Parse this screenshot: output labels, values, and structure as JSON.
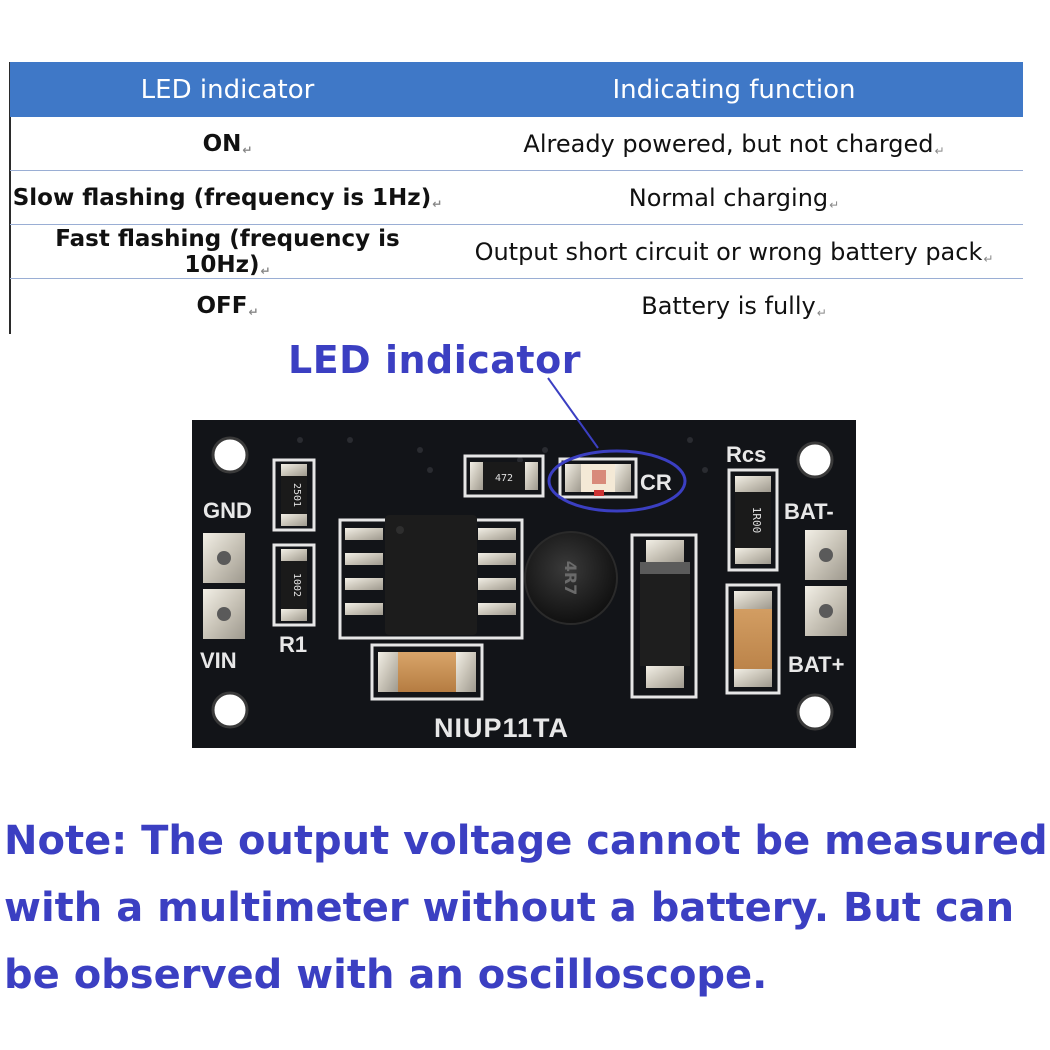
{
  "table": {
    "headers": [
      "LED indicator",
      "Indicating function"
    ],
    "rows": [
      {
        "indicator": "ON",
        "function": "Already powered, but not charged"
      },
      {
        "indicator": "Slow flashing (frequency is 1Hz)",
        "function": "Normal charging"
      },
      {
        "indicator": "Fast flashing (frequency is 10Hz)",
        "function": "Output short circuit or wrong battery pack"
      },
      {
        "indicator": "OFF",
        "function": "Battery is fully"
      }
    ],
    "paragraph_mark": "↵"
  },
  "callout": {
    "label": "LED indicator",
    "color": "#3b3fc2"
  },
  "board": {
    "model": "NIUP11TA",
    "labels": {
      "gnd": "GND",
      "vin": "VIN",
      "r1": "R1",
      "rcs": "Rcs",
      "cr": "CR",
      "bat_neg": "BAT-",
      "bat_pos": "BAT+"
    },
    "component_codes": {
      "r_top": "2501",
      "r_mid": "1002",
      "r_led": "472",
      "r_cs": "1R00",
      "inductor": "4R7"
    },
    "pcb_color": "#121418"
  },
  "note": {
    "text": "Note: The output voltage cannot be measured with a multimeter without a battery. But can be observed with an oscilloscope."
  },
  "colors": {
    "header_bg": "#3f78c7",
    "accent_text": "#3b3fc2"
  }
}
